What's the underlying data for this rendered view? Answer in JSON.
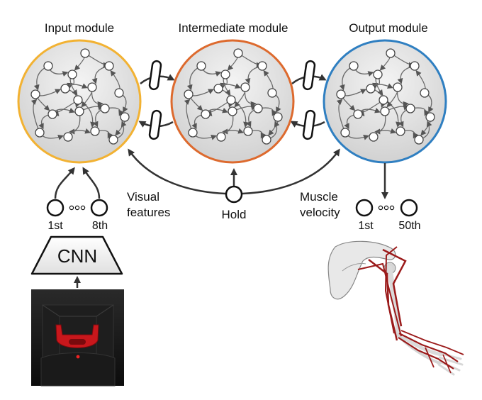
{
  "modules": {
    "input": {
      "label": "Input module",
      "color": "#F2B233"
    },
    "intermediate": {
      "label": "Intermediate module",
      "color": "#DD6A2E"
    },
    "output": {
      "label": "Output module",
      "color": "#2F7FC1"
    }
  },
  "inputs": {
    "visual_features_line1": "Visual",
    "visual_features_line2": "features",
    "first": "1st",
    "last": "8th"
  },
  "hold": {
    "label": "Hold"
  },
  "outputs": {
    "muscle_velocity_line1": "Muscle",
    "muscle_velocity_line2": "velocity",
    "first": "1st",
    "last": "50th"
  },
  "cnn": {
    "label": "CNN"
  },
  "colors": {
    "module_fill": "#E4E4E4",
    "arrow": "#555555",
    "connector": "#333333",
    "arm_red": "#9B1B1B",
    "bone": "#E6E6E6",
    "screen_bg": "#151515",
    "object_red": "#C8171C"
  }
}
